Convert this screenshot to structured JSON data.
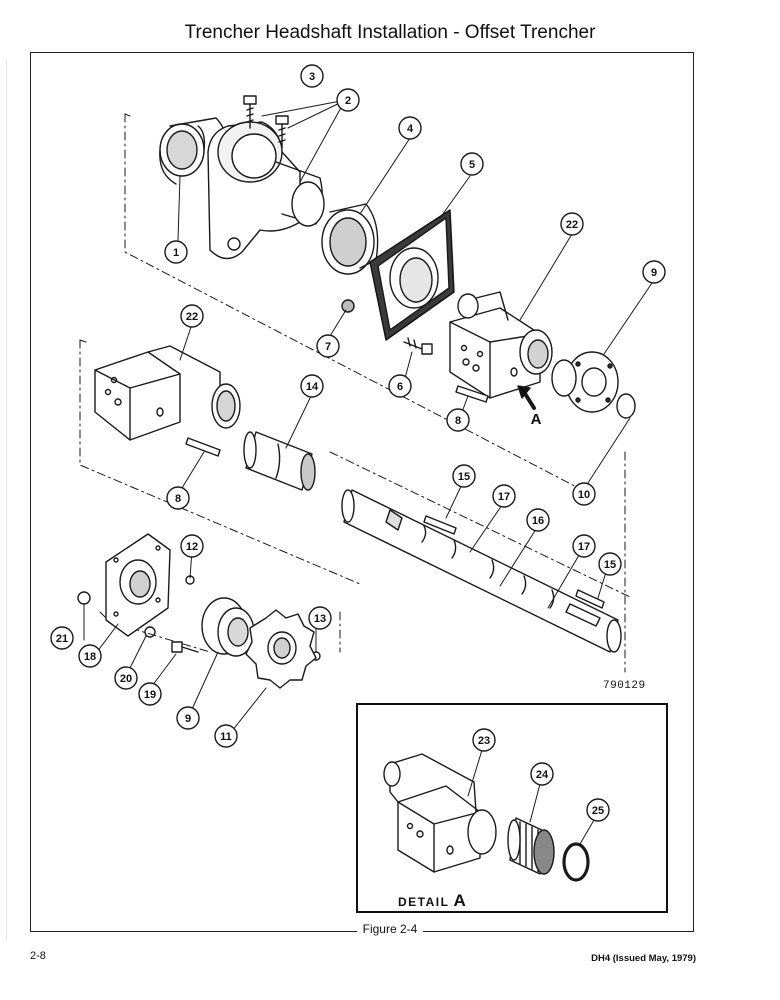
{
  "page": {
    "title": "Trencher Headshaft Installation - Offset Trencher",
    "figure_caption": "Figure 2-4",
    "page_number": "2-8",
    "document_id": "DH4 (Issued May, 1979)",
    "drawing_number": "790129"
  },
  "detail": {
    "label": "DETAIL",
    "letter": "A"
  },
  "view_marker": {
    "letter": "A"
  },
  "callouts": [
    "1",
    "2",
    "3",
    "4",
    "5",
    "6",
    "7",
    "8",
    "9",
    "10",
    "11",
    "12",
    "13",
    "14",
    "15",
    "16",
    "17",
    "18",
    "19",
    "20",
    "21",
    "22",
    "23",
    "24",
    "25"
  ]
}
